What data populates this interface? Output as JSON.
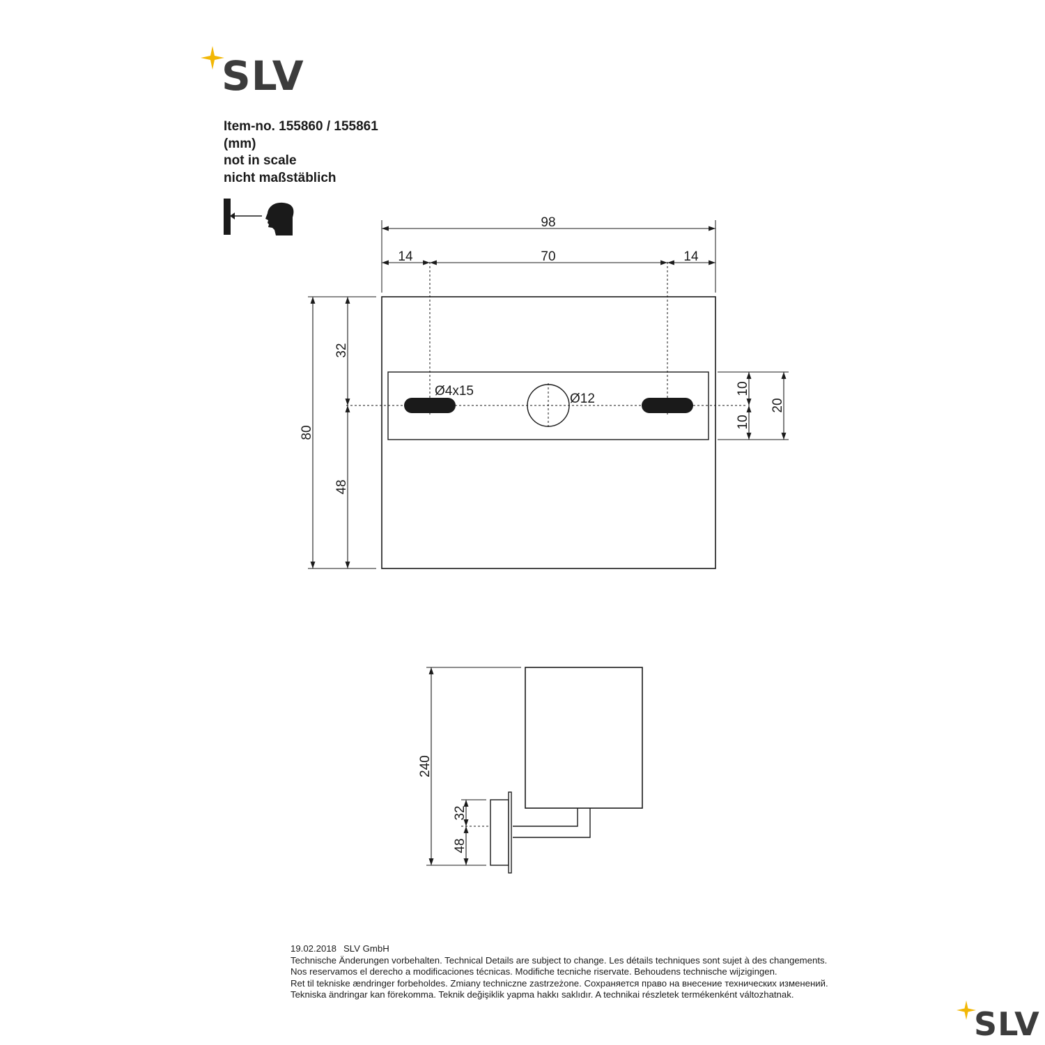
{
  "brand": {
    "name": "SLV",
    "accent_color": "#f2b705",
    "text_color": "#3c3c3c"
  },
  "header": {
    "item_line": "Item-no. 155860 / 155861",
    "units": "(mm)",
    "scale_en": "not in scale",
    "scale_de": "nicht maßstäblich"
  },
  "view_icon": "wall-view-direction-icon",
  "front_view": {
    "width_total": "98",
    "offset_left": "14",
    "hole_spacing": "70",
    "offset_right": "14",
    "height_total": "80",
    "top_to_center": "32",
    "center_to_bottom": "48",
    "slot_label": "Ø4x15",
    "hole_label": "Ø12",
    "plate_half_top": "10",
    "plate_half_bottom": "10",
    "plate_height": "20"
  },
  "side_view": {
    "height_total": "240",
    "upper": "32",
    "lower": "48"
  },
  "footer": {
    "date": "19.02.2018",
    "company": "SLV GmbH",
    "lines": [
      "Technische Änderungen vorbehalten. Technical Details are subject to change. Les détails techniques sont sujet à des changements.",
      "Nos reservamos el derecho a modificaciones técnicas. Modifiche tecniche riservate. Behoudens technische wijzigingen.",
      "Ret til tekniske ændringer forbeholdes. Zmiany techniczne zastrzeżone. Сохраняется право на внесение технических изменений.",
      "Tekniska ändringar kan förekomma. Teknik değişiklik yapma hakkı saklıdır. A technikai részletek termékenként változhatnak."
    ]
  }
}
